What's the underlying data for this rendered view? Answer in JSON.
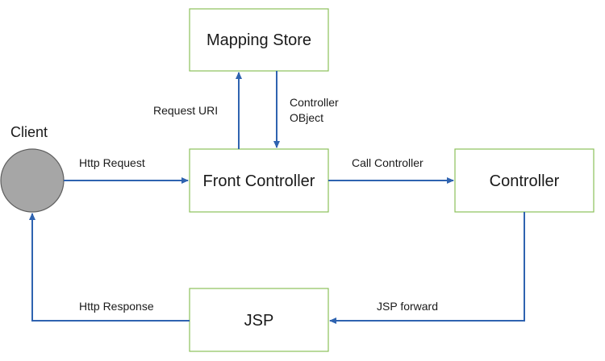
{
  "nodes": {
    "mapping_store": "Mapping Store",
    "front_controller": "Front Controller",
    "controller": "Controller",
    "jsp": "JSP",
    "client": "Client"
  },
  "edges": {
    "http_request": "Http Request",
    "request_uri": "Request URI",
    "controller_object_line1": "Controller",
    "controller_object_line2": "OBject",
    "call_controller": "Call Controller",
    "jsp_forward": "JSP forward",
    "http_response": "Http Response"
  },
  "colors": {
    "box_border": "#8cc05a",
    "arrow": "#2f63b0",
    "client_fill": "#a6a6a6"
  }
}
